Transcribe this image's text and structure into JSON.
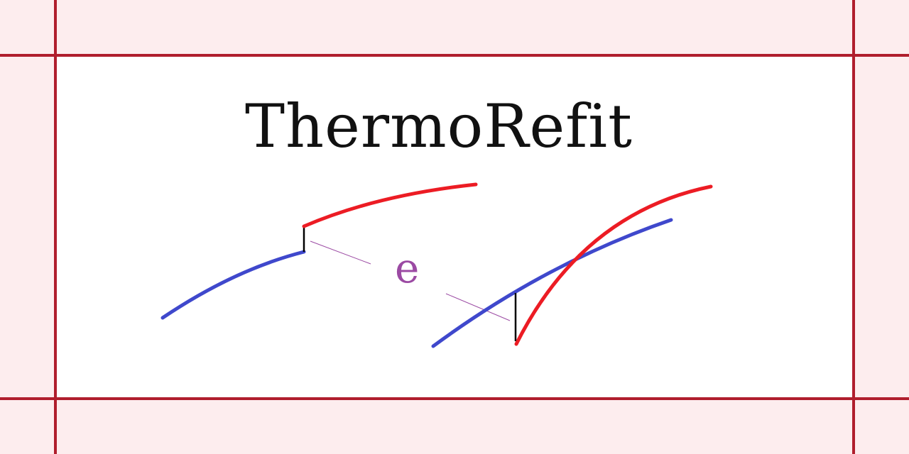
{
  "title": "ThermoRefit",
  "label_e": "e",
  "colors": {
    "background": "#fdedee",
    "panel": "#ffffff",
    "grid": "#b01e2d",
    "red_curve": "#ec1c24",
    "blue_curve": "#3f48cc",
    "step": "#000000",
    "connector": "#9b4aa3"
  },
  "grid": {
    "vertical_x": [
      77,
      1201
    ],
    "horizontal_y": [
      77,
      561
    ]
  },
  "diagram": {
    "left_group": {
      "blue_curve": "from (229,448) rising to (428,355)",
      "step": "vertical black segment at x=428 from 319 to 355",
      "red_curve": "from (428,319) rising to (670,260)"
    },
    "right_group": {
      "blue_curve": "from (610,488) rising to (945,310)",
      "step": "vertical black segment at x=726 from 413 to 481",
      "red_curve": "from (727,485) rising steeply to (1001,263)"
    },
    "connector": "thin purple dashed line between the two steps through label e"
  }
}
